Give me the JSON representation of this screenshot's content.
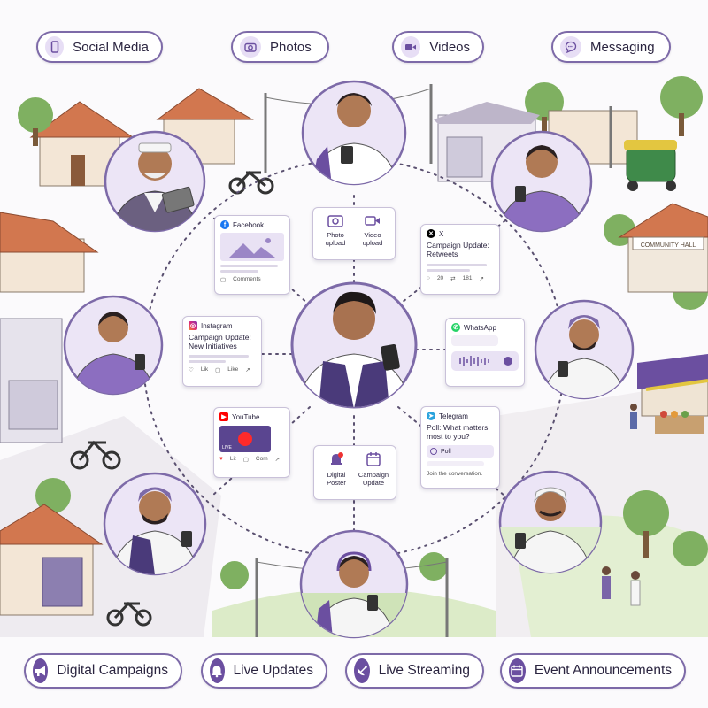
{
  "top_pills": [
    {
      "label": "Social Media",
      "icon": "phone-icon"
    },
    {
      "label": "Photos",
      "icon": "camera-icon"
    },
    {
      "label": "Videos",
      "icon": "video-camera-icon"
    },
    {
      "label": "Messaging",
      "icon": "chat-bubble-icon"
    }
  ],
  "bottom_pills": [
    {
      "label": "Digital Campaigns",
      "icon": "megaphone-icon"
    },
    {
      "label": "Live Updates",
      "icon": "bell-icon"
    },
    {
      "label": "Live Streaming",
      "icon": "satellite-dish-icon"
    },
    {
      "label": "Event Announcements",
      "icon": "calendar-icon"
    }
  ],
  "cards": {
    "facebook": {
      "name": "Facebook",
      "footer": "Comments"
    },
    "media_upload": {
      "photo": "Photo upload",
      "video": "Video upload"
    },
    "x": {
      "name": "X",
      "title": "Campaign Update: Retweets",
      "stats": [
        "20",
        "181"
      ]
    },
    "instagram": {
      "name": "Instagram",
      "title": "Campaign Update: New Initiatives",
      "actions": [
        "Lik",
        "Like"
      ]
    },
    "whatsapp": {
      "name": "WhatsApp"
    },
    "youtube": {
      "name": "YouTube",
      "live": "LIVE",
      "actions": [
        "Lit",
        "Com"
      ]
    },
    "poster": {
      "digital": "Digital Poster",
      "campaign": "Campaign Update"
    },
    "telegram": {
      "name": "Telegram",
      "question": "Poll: What matters most to you?",
      "option": "Poll",
      "footer": "Join the conversation."
    }
  },
  "building_sign": "COMMUNITY HALL",
  "colors": {
    "accent": "#6b4fa0",
    "pill_border": "#7d6aa8",
    "pill_icon_bg": "#e7def5",
    "circle_bg": "#ece5f6"
  }
}
